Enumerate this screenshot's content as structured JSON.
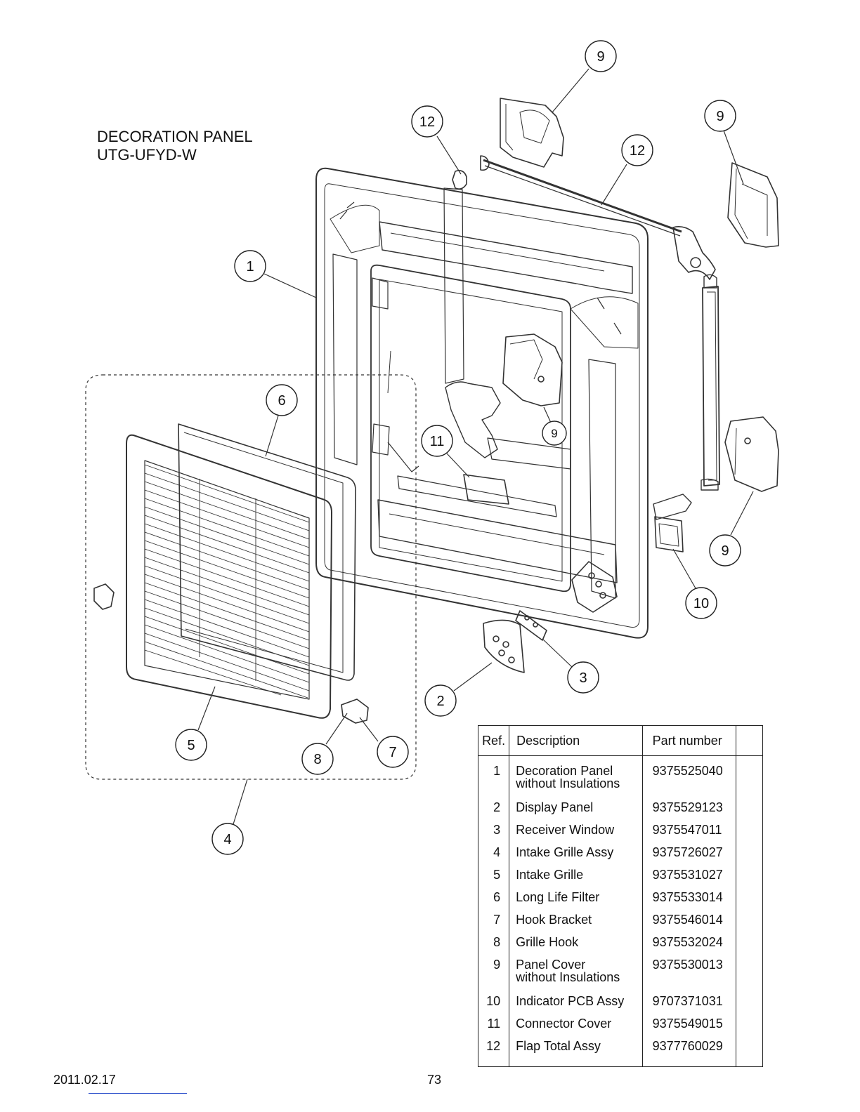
{
  "title": {
    "line1": "DECORATION PANEL",
    "line2": "UTG-UFYD-W"
  },
  "callouts": [
    "9",
    "9",
    "12",
    "12",
    "1",
    "6",
    "9",
    "11",
    "9",
    "10",
    "3",
    "2",
    "5",
    "8",
    "7",
    "4"
  ],
  "table": {
    "headers": {
      "ref": "Ref.",
      "description": "Description",
      "part_number": "Part number"
    },
    "rows": [
      {
        "ref": "1",
        "desc": [
          "Decoration Panel",
          "without Insulations"
        ],
        "pn": "9375525040"
      },
      {
        "ref": "2",
        "desc": [
          "Display Panel"
        ],
        "pn": "9375529123"
      },
      {
        "ref": "3",
        "desc": [
          "Receiver Window"
        ],
        "pn": "9375547011"
      },
      {
        "ref": "4",
        "desc": [
          "Intake Grille Assy"
        ],
        "pn": "9375726027"
      },
      {
        "ref": "5",
        "desc": [
          "Intake Grille"
        ],
        "pn": "9375531027"
      },
      {
        "ref": "6",
        "desc": [
          "Long Life Filter"
        ],
        "pn": "9375533014"
      },
      {
        "ref": "7",
        "desc": [
          "Hook Bracket"
        ],
        "pn": "9375546014"
      },
      {
        "ref": "8",
        "desc": [
          "Grille Hook"
        ],
        "pn": "9375532024"
      },
      {
        "ref": "9",
        "desc": [
          "Panel Cover",
          "without Insulations"
        ],
        "pn": "9375530013"
      },
      {
        "ref": "10",
        "desc": [
          "Indicator PCB Assy"
        ],
        "pn": "9707371031"
      },
      {
        "ref": "11",
        "desc": [
          "Connector Cover"
        ],
        "pn": "9375549015"
      },
      {
        "ref": "12",
        "desc": [
          "Flap Total Assy"
        ],
        "pn": "9377760029"
      }
    ]
  },
  "footer": {
    "date": "2011.02.17",
    "page": "73"
  }
}
